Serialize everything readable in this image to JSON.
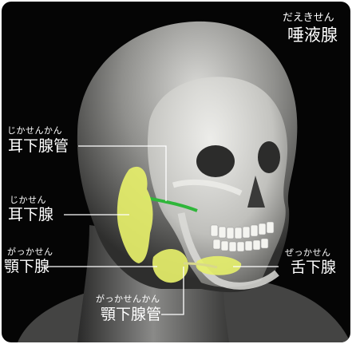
{
  "title": {
    "reading": "だえきせん",
    "text": "唾液腺"
  },
  "labels": {
    "parotid_duct": {
      "reading": "じかせんかん",
      "text": "耳下腺管"
    },
    "parotid_gland": {
      "reading": "じかせん",
      "text": "耳下腺"
    },
    "submandibular_gland": {
      "reading": "がっかせん",
      "text": "顎下腺"
    },
    "submandibular_duct": {
      "reading": "がっかせんかん",
      "text": "顎下腺管"
    },
    "sublingual_gland": {
      "reading": "ぜっかせん",
      "text": "舌下腺"
    }
  },
  "colors": {
    "background": "#050505",
    "gland": "#e6ef6a",
    "duct": "#2fb63a",
    "leader": "#ffffff"
  },
  "icons": {
    "figure": "head-skull-illustration"
  }
}
